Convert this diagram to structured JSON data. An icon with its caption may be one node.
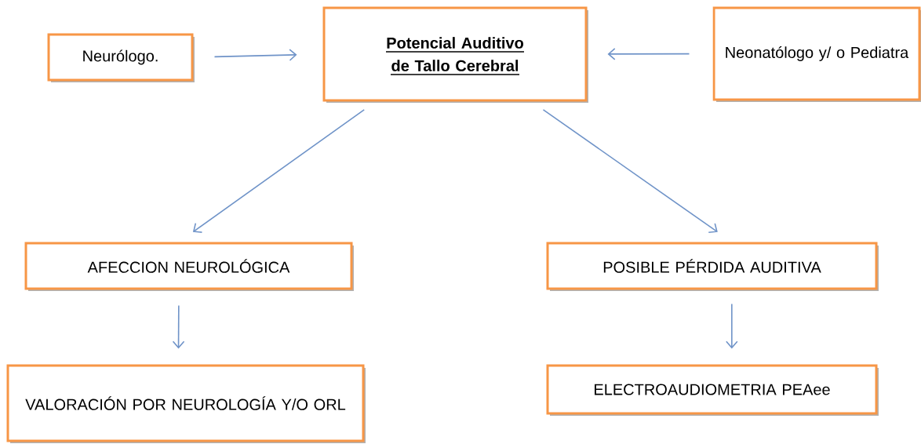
{
  "diagram": {
    "nodes": [
      {
        "text": [
          "Neurólogo."
        ]
      },
      {
        "text": [
          "Potencial Auditivo de Tallo Cerebral"
        ]
      },
      {
        "text": [
          "Neonatólogo y/ o Pediatra"
        ]
      },
      {
        "text": [
          "AFECCION NEUROLÓGICA"
        ]
      },
      {
        "text": [
          "POSIBLE PÉRDIDA AUDITIVA"
        ]
      },
      {
        "text": [
          "VALORACIÓN POR NEUROLOGÍA Y/O ORL"
        ]
      },
      {
        "text": [
          "ELECTROAUDIOMETRIA PEAee"
        ]
      }
    ],
    "edges": [
      {
        "from": 0,
        "to": 1,
        "arrow": "to"
      },
      {
        "from": 2,
        "to": 1,
        "arrow": "to"
      },
      {
        "from": 1,
        "to": 3,
        "arrow": "to"
      },
      {
        "from": 1,
        "to": 4,
        "arrow": "to"
      },
      {
        "from": 3,
        "to": 5,
        "arrow": "to"
      },
      {
        "from": 4,
        "to": 6,
        "arrow": "to"
      }
    ]
  }
}
